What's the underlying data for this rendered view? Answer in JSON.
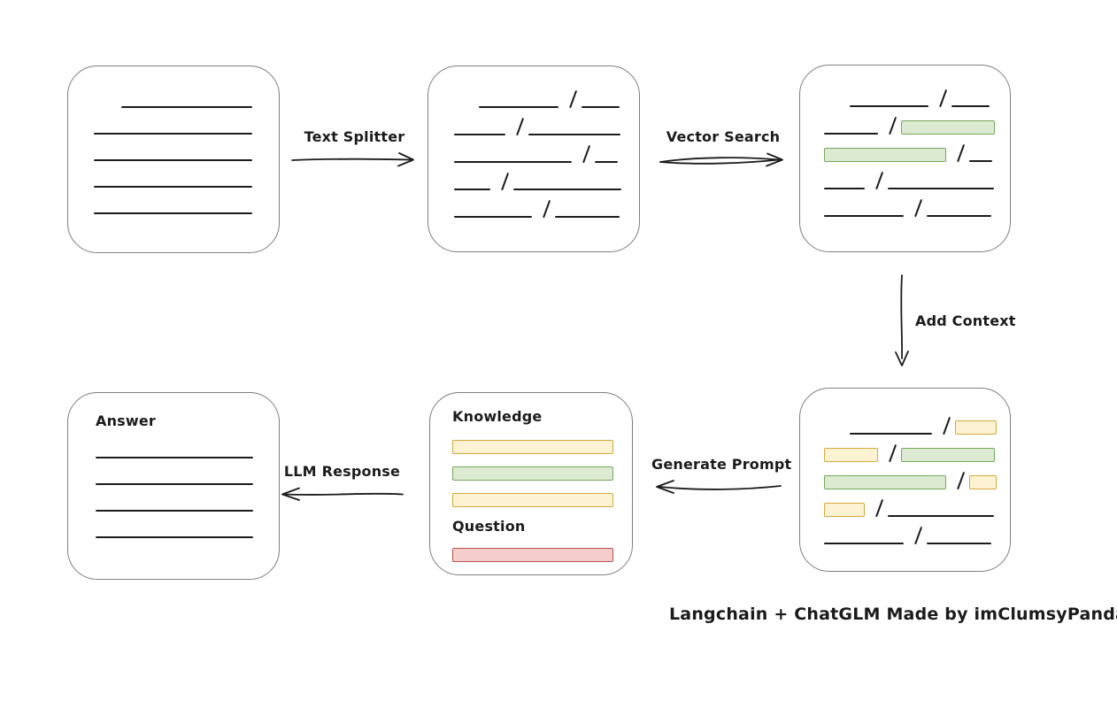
{
  "caption": "Langchain + ChatGLM Made by imClumsyPanda",
  "colors": {
    "line": "#1b1b1b",
    "box_border": "#7e7e7e",
    "green_fill": "#dcead2",
    "green_border": "#74a85c",
    "yellow_fill": "#fdf3d2",
    "yellow_border": "#d2a93e",
    "red_fill": "#f5cdcb",
    "red_border": "#b9534f"
  },
  "arrows": {
    "text_splitter": {
      "label": "Text Splitter",
      "direction": "right"
    },
    "vector_search": {
      "label": "Vector Search",
      "direction": "right"
    },
    "add_context": {
      "label": "Add Context",
      "direction": "down"
    },
    "generate_prompt": {
      "label": "Generate Prompt",
      "direction": "left"
    },
    "llm_response": {
      "label": "LLM Response",
      "direction": "left"
    }
  },
  "boxes": {
    "document": {
      "rows": [
        {
          "indent": 31,
          "segments": [
            {
              "type": "line",
              "w": 148
            }
          ]
        },
        {
          "segments": [
            {
              "type": "line",
              "w": 179
            }
          ]
        },
        {
          "segments": [
            {
              "type": "line",
              "w": 179
            }
          ]
        },
        {
          "segments": [
            {
              "type": "line",
              "w": 179
            }
          ]
        },
        {
          "segments": [
            {
              "type": "line",
              "w": 179
            }
          ]
        }
      ]
    },
    "chunks": {
      "rows": [
        {
          "indent": 28,
          "segments": [
            {
              "type": "line",
              "w": 90
            },
            {
              "type": "slash"
            },
            {
              "type": "line",
              "w": 43
            }
          ]
        },
        {
          "segments": [
            {
              "type": "line",
              "w": 58
            },
            {
              "type": "slash"
            },
            {
              "type": "line",
              "w": 104
            }
          ]
        },
        {
          "segments": [
            {
              "type": "line",
              "w": 133
            },
            {
              "type": "slash"
            },
            {
              "type": "line",
              "w": 26
            }
          ]
        },
        {
          "segments": [
            {
              "type": "line",
              "w": 41
            },
            {
              "type": "slash"
            },
            {
              "type": "line",
              "w": 122
            }
          ]
        },
        {
          "segments": [
            {
              "type": "line",
              "w": 88
            },
            {
              "type": "slash"
            },
            {
              "type": "line",
              "w": 73
            }
          ]
        }
      ]
    },
    "vector_matches": {
      "rows": [
        {
          "indent": 29,
          "segments": [
            {
              "type": "line",
              "w": 89
            },
            {
              "type": "slash"
            },
            {
              "type": "line",
              "w": 43
            }
          ]
        },
        {
          "segments": [
            {
              "type": "line",
              "w": 61
            },
            {
              "type": "slash"
            },
            {
              "type": "green",
              "w": 106
            }
          ]
        },
        {
          "segments": [
            {
              "type": "green",
              "w": 138
            },
            {
              "type": "slash"
            },
            {
              "type": "line",
              "w": 26
            }
          ]
        },
        {
          "segments": [
            {
              "type": "line",
              "w": 46
            },
            {
              "type": "slash"
            },
            {
              "type": "line",
              "w": 120
            }
          ]
        },
        {
          "segments": [
            {
              "type": "line",
              "w": 90
            },
            {
              "type": "slash"
            },
            {
              "type": "line",
              "w": 73
            }
          ]
        }
      ]
    },
    "context_chunks": {
      "rows": [
        {
          "indent": 29,
          "segments": [
            {
              "type": "line",
              "w": 93
            },
            {
              "type": "slash"
            },
            {
              "type": "yellow",
              "w": 47
            }
          ]
        },
        {
          "segments": [
            {
              "type": "yellow",
              "w": 61
            },
            {
              "type": "slash"
            },
            {
              "type": "green",
              "w": 106
            }
          ]
        },
        {
          "segments": [
            {
              "type": "green",
              "w": 138
            },
            {
              "type": "slash"
            },
            {
              "type": "yellow",
              "w": 31
            }
          ]
        },
        {
          "segments": [
            {
              "type": "yellow",
              "w": 46
            },
            {
              "type": "slash"
            },
            {
              "type": "line",
              "w": 120
            }
          ]
        },
        {
          "segments": [
            {
              "type": "line",
              "w": 90
            },
            {
              "type": "slash"
            },
            {
              "type": "line",
              "w": 73
            }
          ]
        }
      ]
    },
    "prompt": {
      "knowledge_label": "Knowledge",
      "question_label": "Question",
      "knowledge_rows": [
        {
          "segments": [
            {
              "type": "yellow",
              "w": 182
            }
          ]
        },
        {
          "segments": [
            {
              "type": "green",
              "w": 182
            }
          ]
        },
        {
          "segments": [
            {
              "type": "yellow",
              "w": 182
            }
          ]
        }
      ],
      "question_rows": [
        {
          "segments": [
            {
              "type": "red",
              "w": 182
            }
          ]
        }
      ]
    },
    "answer": {
      "label": "Answer",
      "rows": [
        {
          "segments": [
            {
              "type": "line",
              "w": 178
            }
          ]
        },
        {
          "segments": [
            {
              "type": "line",
              "w": 178
            }
          ]
        },
        {
          "segments": [
            {
              "type": "line",
              "w": 178
            }
          ]
        },
        {
          "segments": [
            {
              "type": "line",
              "w": 178
            }
          ]
        }
      ]
    }
  }
}
